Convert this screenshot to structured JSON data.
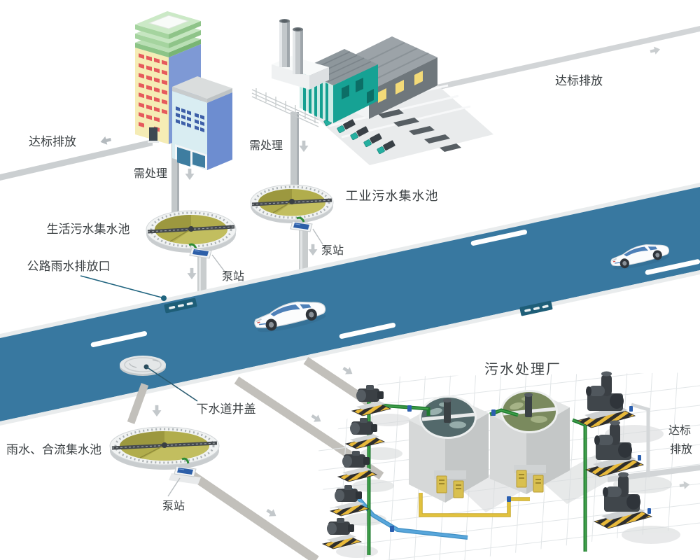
{
  "labels": {
    "discharge_top_left": "达标排放",
    "discharge_top_right": "达标排放",
    "needs_treatment_residential": "需处理",
    "needs_treatment_factory": "需处理",
    "domestic_pool": "生活污水集水池",
    "industrial_pool": "工业污水集水池",
    "road_rain_outlet": "公路雨水排放口",
    "pump_station_domestic": "泵站",
    "pump_station_industrial": "泵站",
    "pump_station_rain": "泵站",
    "manhole_cover": "下水道井盖",
    "rain_combined_pool": "雨水、合流集水池",
    "treatment_plant": "污水处理厂",
    "discharge_bottom_line1": "达标",
    "discharge_bottom_line2": "排放"
  },
  "icons": {
    "flow_arrow_left": "←",
    "flow_arrow_right": "→",
    "flow_arrow_down": "↓",
    "flow_arrow_diagonal": "↘"
  },
  "colors": {
    "road_blue": "#3878A0",
    "road_edge": "#E9ECED",
    "gray_road": "#CBCFD1",
    "pipe_gray": "#C3C8CA",
    "pipe_green": "#2E8C35",
    "pipe_blue": "#58A6DB",
    "pipe_yellow": "#E2C23E",
    "pool_water_olive": "#B1AD4C",
    "tank1_water": "#53696B",
    "tank2_water": "#7A8A5E",
    "leader_teal": "#20647F",
    "hazard_yellow": "#E8B93A",
    "building_yellow": "#F5ECB5",
    "building_blue": "#7E99D5",
    "building_green_roof": "#C6E6C1",
    "factory_teal": "#16A294",
    "window_red": "#E65A5C",
    "window_yellow": "#F3DA78",
    "label_text": "#3B4043"
  }
}
